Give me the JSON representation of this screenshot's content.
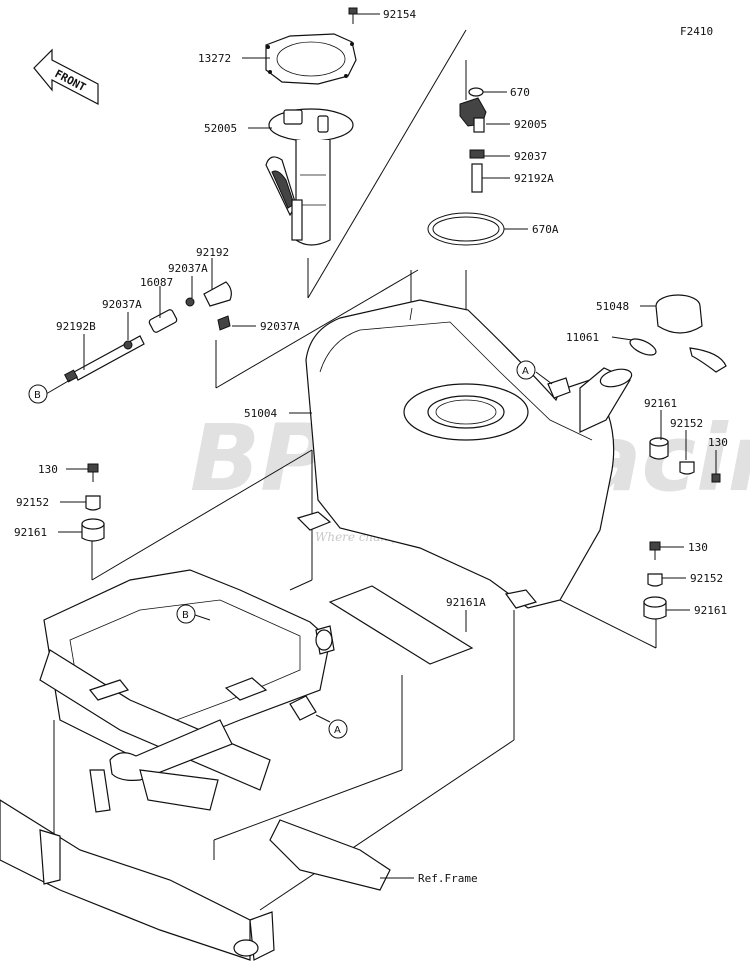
{
  "figure_code": "F2410",
  "front_label": "FRONT",
  "watermark": {
    "logo": "BPRO Racing",
    "tagline": "Where champions are made"
  },
  "labels": {
    "l92154": "92154",
    "l13272": "13272",
    "l52005": "52005",
    "l670": "670",
    "l92005": "92005",
    "l92037": "92037",
    "l92192A": "92192A",
    "l670A": "670A",
    "l92192": "92192",
    "l92037A_a": "92037A",
    "l16087": "16087",
    "l92037A_b": "92037A",
    "l92192B": "92192B",
    "l92037A_c": "92037A",
    "l51048": "51048",
    "l11061": "11061",
    "l51004": "51004",
    "l92161_r": "92161",
    "l92152_r": "92152",
    "l130_r": "130",
    "l130_l": "130",
    "l92152_l": "92152",
    "l92161_l": "92161",
    "l130_lr": "130",
    "l92152_lr": "92152",
    "l92161_lr": "92161",
    "l92161A": "92161A",
    "lRefFrame": "Ref.Frame"
  },
  "callouts": {
    "a1": "A",
    "a2": "A",
    "b1": "B",
    "b2": "B"
  }
}
